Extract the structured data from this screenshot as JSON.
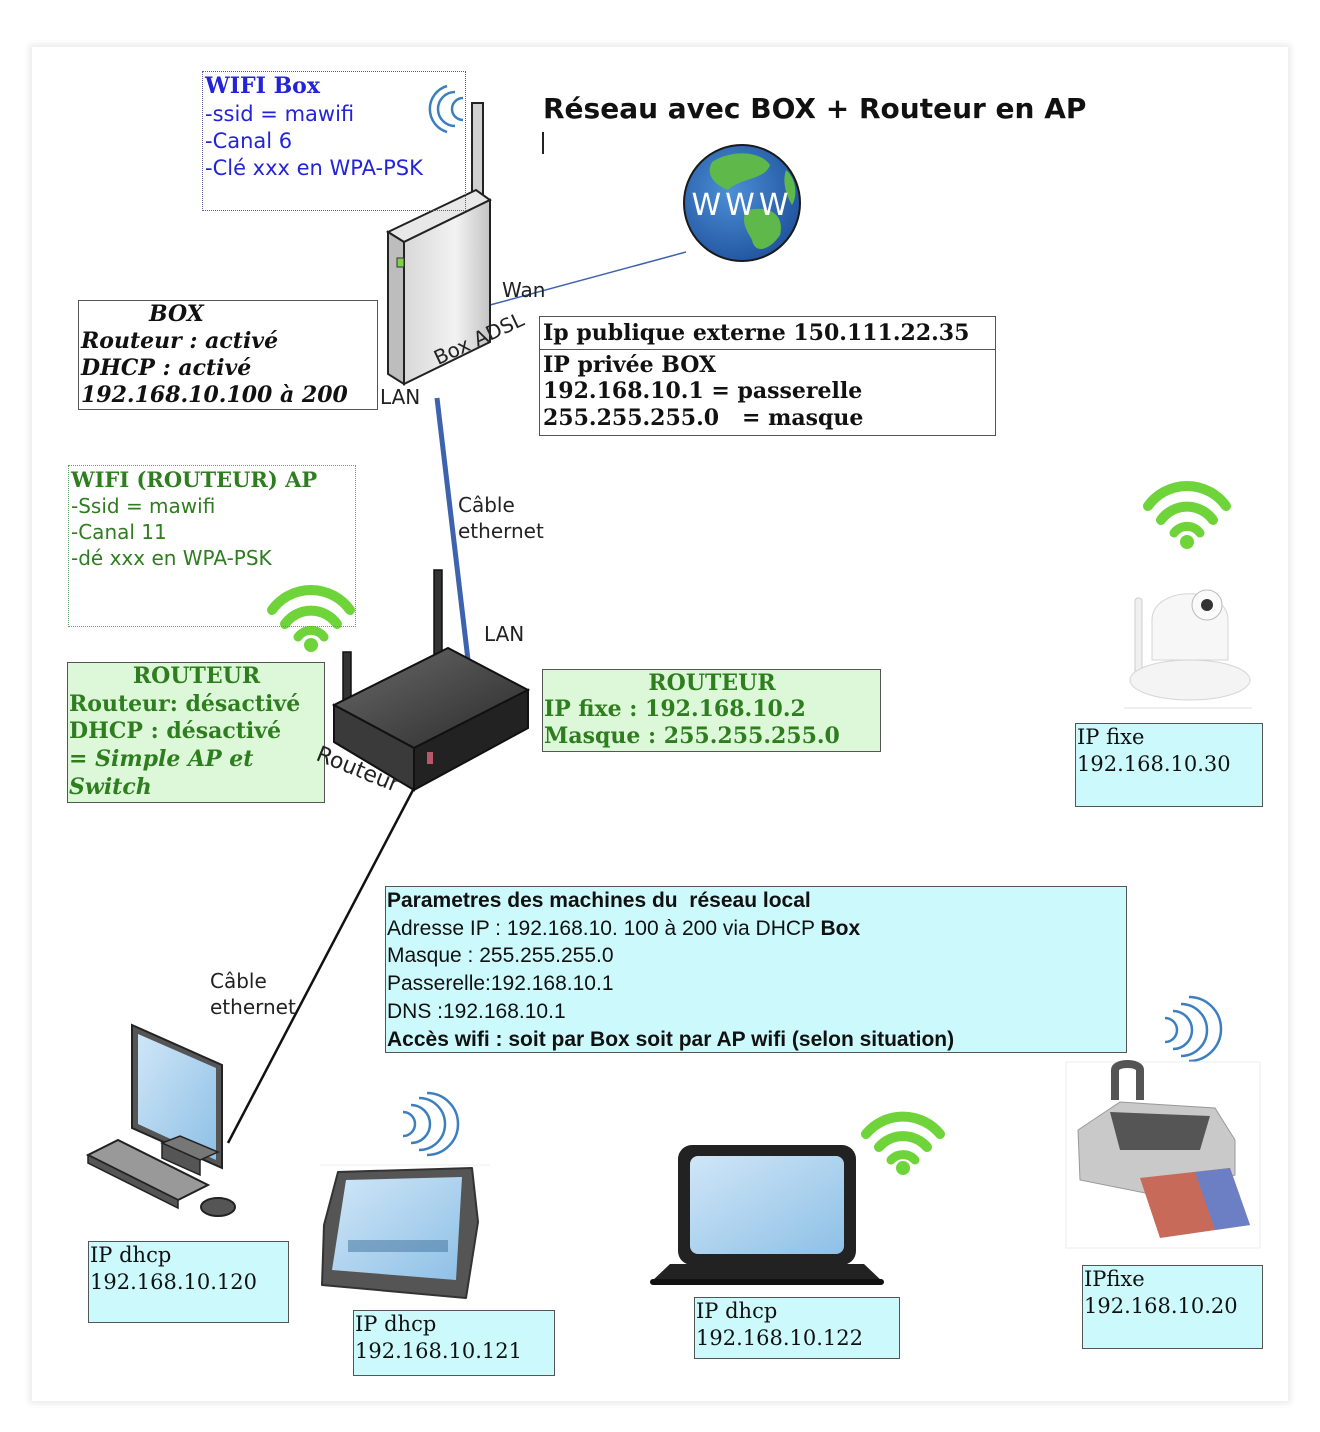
{
  "title": "Réseau avec BOX +  Routeur  en AP",
  "wifi_box": {
    "heading": "WIFI Box",
    "lines": [
      "-ssid = mawifi",
      "-Canal 6",
      "-Clé xxx en WPA-PSK"
    ]
  },
  "box_config": {
    "heading": "BOX",
    "lines": [
      "Routeur : activé",
      "DHCP : activé",
      "192.168.10.100 à 200"
    ]
  },
  "box_ip": {
    "public": "Ip publique externe  150.111.22.35",
    "private_heading": "IP privée BOX",
    "lines": [
      "192.168.10.1 = passerelle",
      "255.255.255.0   = masque"
    ]
  },
  "labels": {
    "wan": "Wan",
    "box_adsl": "Box ADSL",
    "lan_box": "LAN",
    "cable1_line1": "Câble",
    "cable1_line2": "ethernet",
    "lan_router": "LAN",
    "router_name": "Routeur",
    "cable2_line1": "Câble",
    "cable2_line2": "ethernet",
    "www": "WWW"
  },
  "wifi_router": {
    "heading": "WIFI  (ROUTEUR) AP",
    "lines": [
      "-Ssid = mawifi",
      "-Canal 11",
      "-dé xxx en WPA-PSK"
    ]
  },
  "router_config": {
    "heading": "ROUTEUR",
    "lines": [
      "Routeur: désactivé",
      "DHCP : désactivé"
    ],
    "note_line1": "= Simple AP et",
    "note_line2": "Switch"
  },
  "router_ip": {
    "heading": "ROUTEUR",
    "lines": [
      "IP fixe : 192.168.10.2",
      "Masque : 255.255.255.0"
    ]
  },
  "lan_params": {
    "heading": "Parametres des machines du  réseau local",
    "address_prefix": "Adresse IP : 192.168.10. 100 à 200 via DHCP ",
    "address_bold": "Box",
    "lines": [
      "Masque : 255.255.255.0",
      "Passerelle:192.168.10.1",
      "DNS :192.168.10.1"
    ],
    "wifi_access": "Accès wifi : soit par Box soit par AP wifi (selon situation)"
  },
  "devices": {
    "camera": {
      "line1": "IP fixe",
      "line2": "192.168.10.30"
    },
    "desktop": {
      "line1": "IP dhcp",
      "line2": "192.168.10.120"
    },
    "tablet": {
      "line1": "IP dhcp",
      "line2": "192.168.10.121"
    },
    "laptop": {
      "line1": "IP dhcp",
      "line2": "192.168.10.122"
    },
    "printer": {
      "line1": "IPfixe",
      "line2": "192.168.10.20"
    }
  },
  "colors": {
    "wifi_box_text": "#2323d8",
    "green_text": "#2e7d1f",
    "cable_blue": "#3d62ae",
    "cyan_fill": "#ccfafc",
    "green_fill": "#dcf8d8",
    "wifi_green": "#6fd43a"
  }
}
